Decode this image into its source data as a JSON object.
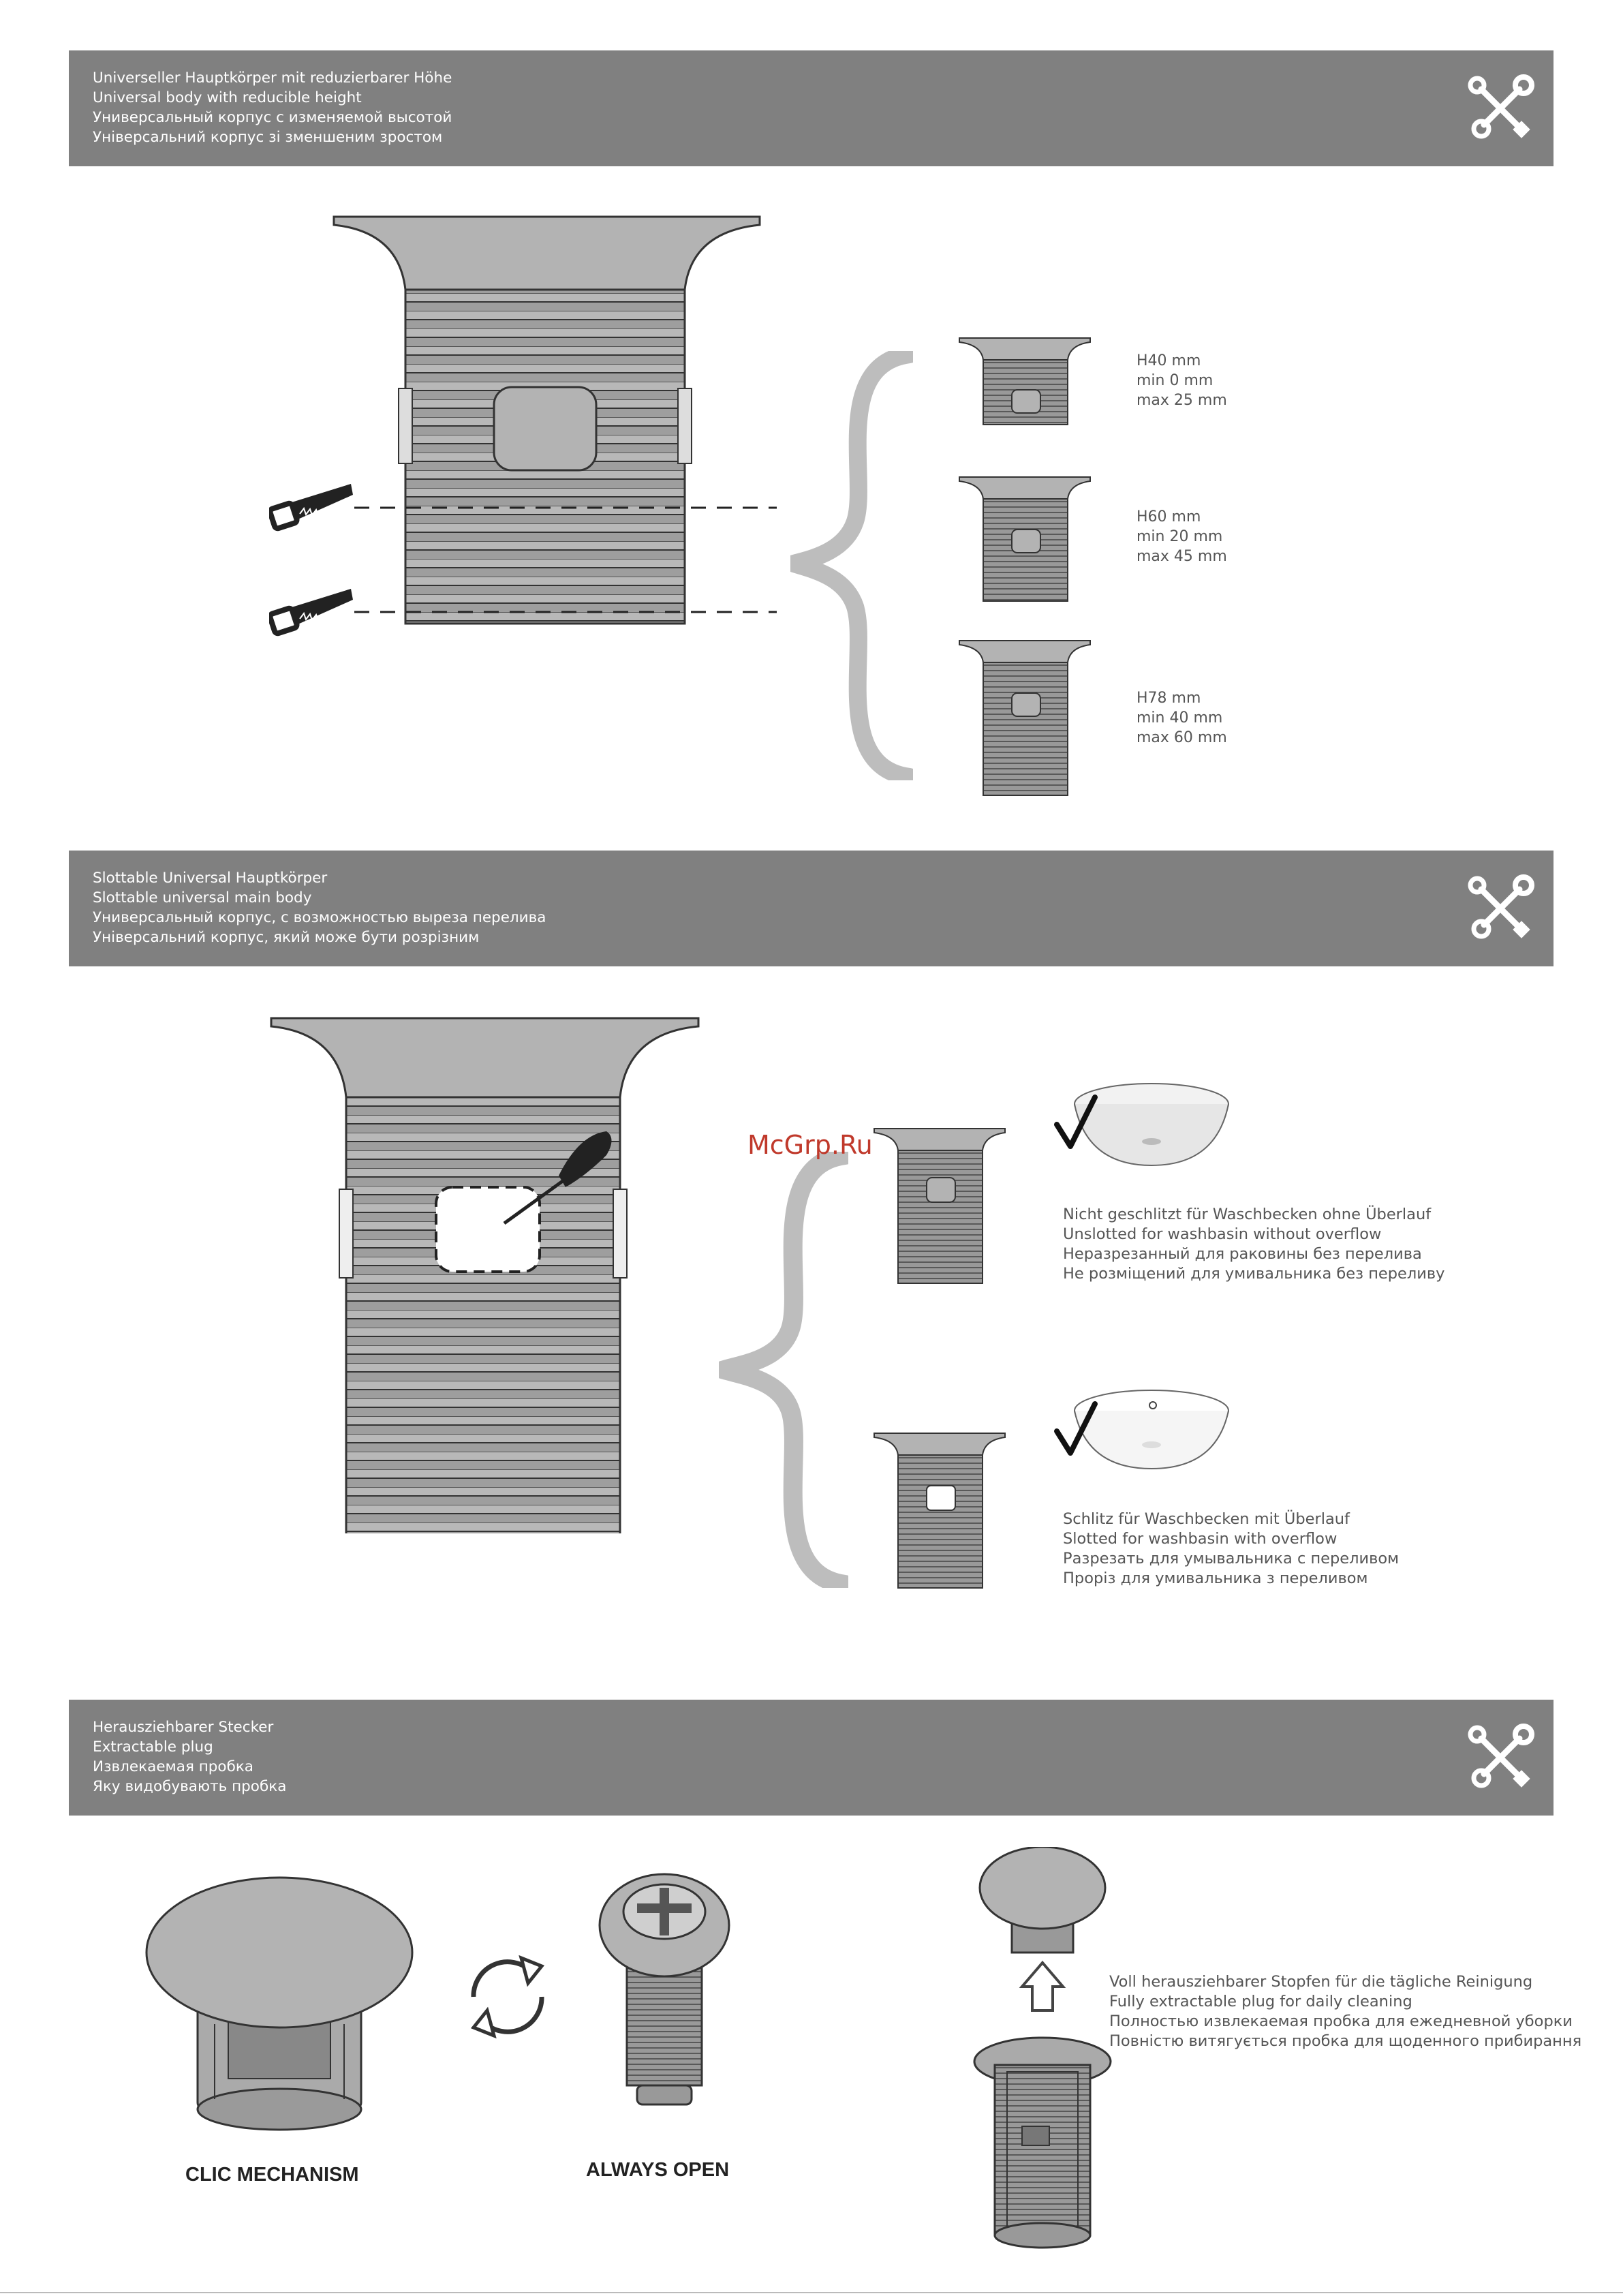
{
  "sections": [
    {
      "lines": [
        "Universeller Hauptkörper mit reduzierbarer Höhe",
        "Universal body with reducible height",
        "Универсальный корпус с изменяемой высотой",
        "Універсальний корпус зі зменшеним зростом"
      ],
      "icon": "tools-icon"
    },
    {
      "lines": [
        "Slottable Universal Hauptkörper",
        "Slottable universal main body",
        "Универсальный корпус, с возможностью выреза перелива",
        "Універсальний корпус, який може бути розрізним"
      ],
      "icon": "tools-icon"
    },
    {
      "lines": [
        "Herausziehbarer Stecker",
        "Extractable plug",
        "Извлекаемая пробка",
        "Яку видобувають пробка"
      ],
      "icon": "tools-icon"
    }
  ],
  "variants": [
    {
      "height": "H40 mm",
      "min": "min 0 mm",
      "max": "max 25 mm"
    },
    {
      "height": "H60 mm",
      "min": "min 20 mm",
      "max": "max 45 mm"
    },
    {
      "height": "H78 mm",
      "min": "min 40 mm",
      "max": "max 60 mm"
    }
  ],
  "slot_options": [
    {
      "lines": [
        "Nicht geschlitzt für Waschbecken ohne Überlauf",
        "Unslotted for washbasin without overflow",
        "Неразрезанный для раковины без перелива",
        "Не розміщений для умивальника без переливу"
      ]
    },
    {
      "lines": [
        "Schlitz für Waschbecken mit Überlauf",
        "Slotted for washbasin with overflow",
        "Разрезать для умывальника с переливом",
        "Проріз для умивальника з переливом"
      ]
    }
  ],
  "plug": {
    "clic_label": "CLIC MECHANISM",
    "open_label": "ALWAYS OPEN",
    "extract_lines": [
      "Voll herausziehbarer Stopfen für die tägliche Reinigung",
      "Fully extractable plug for daily cleaning",
      "Полностью извлекаемая пробка для ежедневной уборки",
      "Повністю витягується пробка для щоденного прибирання"
    ]
  },
  "watermark": "McGrp.Ru",
  "colors": {
    "banner": "#808080",
    "part_fill": "#b3b3b3",
    "watermark": "#c0392b"
  }
}
